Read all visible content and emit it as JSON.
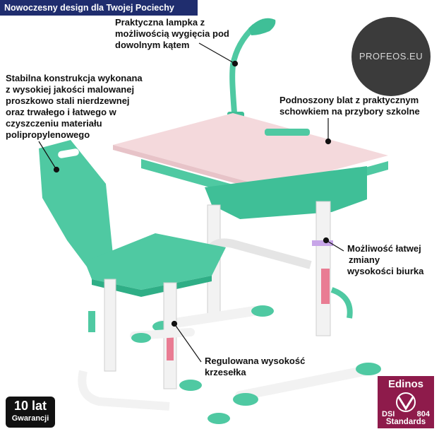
{
  "banner": {
    "text": "Nowoczesny design dla Twojej Pociechy"
  },
  "callouts": {
    "lamp": [
      "Praktyczna lampka z",
      "możliwością wygięcia pod",
      "dowolnym kątem"
    ],
    "construction": [
      "Stabilna konstrukcja wykonana",
      "z wysokiej jakości malowanej",
      "proszkowo stali nierdzewnej",
      "oraz trwałego i łatwego w",
      "czyszczeniu materiału",
      "polipropylenowego"
    ],
    "top": [
      "Podnoszony blat z praktycznym",
      "schowkiem na przybory szkolne"
    ],
    "height": [
      "Możliwość łatwej",
      "zmiany",
      "wysokości biurka"
    ],
    "chair": [
      "Regulowana wysokość",
      "krzesełka"
    ]
  },
  "logo": {
    "text": "PROFEOS.EU"
  },
  "warranty": {
    "big": "10 lat",
    "small": "Gwarancji"
  },
  "certificate": {
    "brand": "Edinos",
    "dsi": "DSI",
    "number": "804",
    "label": "Standards"
  },
  "colors": {
    "mint": "#4fc9a2",
    "mint_dark": "#2fae86",
    "pink": "#f4d9dc",
    "frame": "#f2f2f2",
    "banner": "#1f2d6e",
    "cert": "#8e1b4b"
  }
}
